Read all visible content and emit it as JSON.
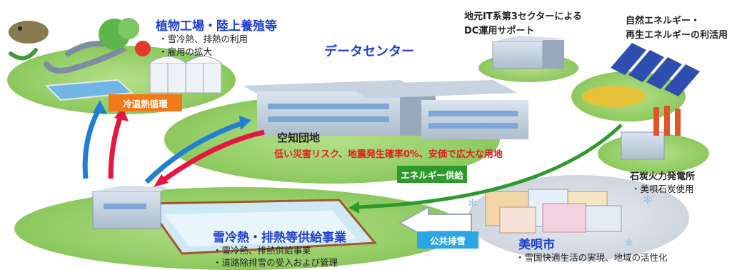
{
  "plant_farm": {
    "title": "植物工場・陸上養殖等",
    "bullets": [
      "・雪冷熱、排熱の利用",
      "・雇用の拡大"
    ]
  },
  "local_it": {
    "line1": "地元IT系第3セクターによる",
    "line2": "DC運用サポート"
  },
  "energy": {
    "line1": "自然エネルギー・",
    "line2": "再生エネルギーの利活用"
  },
  "data_center": {
    "title": "データセンター"
  },
  "cooling_cycle": {
    "label": "冷温熱循環",
    "color": "#f07a1a"
  },
  "vacant_land": {
    "name": "空知団地",
    "desc": "低い災害リスク、地震発生確率0%、安価で広大な用地"
  },
  "energy_supply": {
    "label": "エネルギー供給",
    "color": "#2e9a2e"
  },
  "coal_plant": {
    "title": "石炭火力発電所",
    "bullet": "・美唄石炭使用"
  },
  "snow_business": {
    "title": "雪冷熱・排熱等供給事業",
    "bullets": [
      "・雪冷熱、排熱供給事業",
      "・道路除排雪の受入および管理"
    ]
  },
  "public_snow": {
    "label": "公共排雪",
    "color": "#2aa6e6"
  },
  "bibai_city": {
    "title": "美唄市",
    "bullet": "・雪国快適生活の実現、地域の活性化"
  },
  "colors": {
    "title_blue": "#1f3fd0",
    "arrow_red": "#e5173f",
    "arrow_blue": "#1f7fd0",
    "ground_green": "#9cd46a"
  }
}
